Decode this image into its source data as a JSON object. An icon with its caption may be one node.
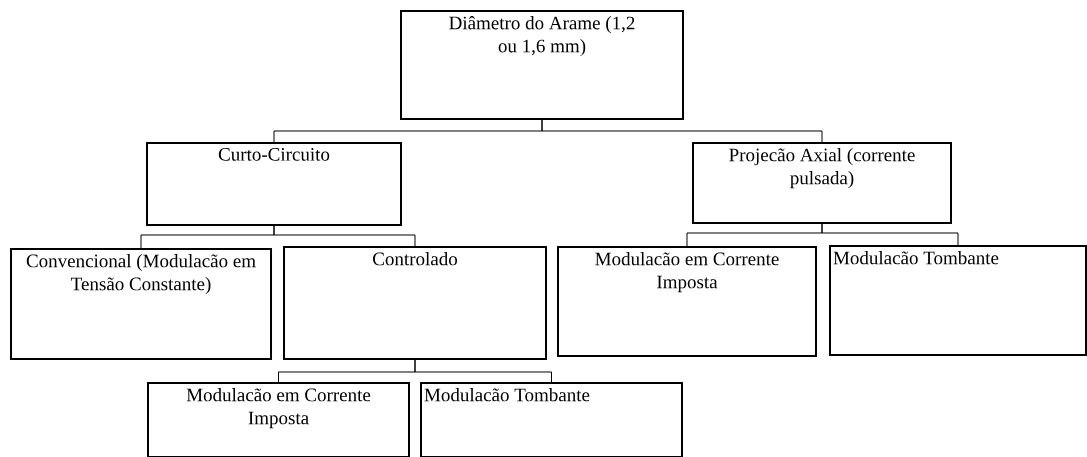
{
  "diagram": {
    "nodes": [
      {
        "text": [
          "Diâmetro do Arame (1,2 ou 1,6 mm)"
        ]
      },
      {
        "text": [
          "Curto-Circuito"
        ]
      },
      {
        "text": [
          "Projecão Axial (corrente pulsada)"
        ]
      },
      {
        "text": [
          "Convencional (Modulacão em Tensão Constante)"
        ]
      },
      {
        "text": [
          "Controlado"
        ]
      },
      {
        "text": [
          "Modulacão em Corrente Imposta"
        ]
      },
      {
        "text": [
          "Modulacão Tombante"
        ]
      },
      {
        "text": [
          "Modulacão em Corrente Imposta"
        ]
      },
      {
        "text": [
          "Modulacão Tombante"
        ]
      }
    ],
    "edges": [
      {
        "from": 0,
        "to": 1,
        "arrow": "none"
      },
      {
        "from": 0,
        "to": 2,
        "arrow": "none"
      },
      {
        "from": 1,
        "to": 3,
        "arrow": "none"
      },
      {
        "from": 1,
        "to": 4,
        "arrow": "none"
      },
      {
        "from": 2,
        "to": 5,
        "arrow": "none"
      },
      {
        "from": 2,
        "to": 6,
        "arrow": "none"
      },
      {
        "from": 4,
        "to": 7,
        "arrow": "none"
      },
      {
        "from": 4,
        "to": 8,
        "arrow": "none"
      }
    ]
  }
}
